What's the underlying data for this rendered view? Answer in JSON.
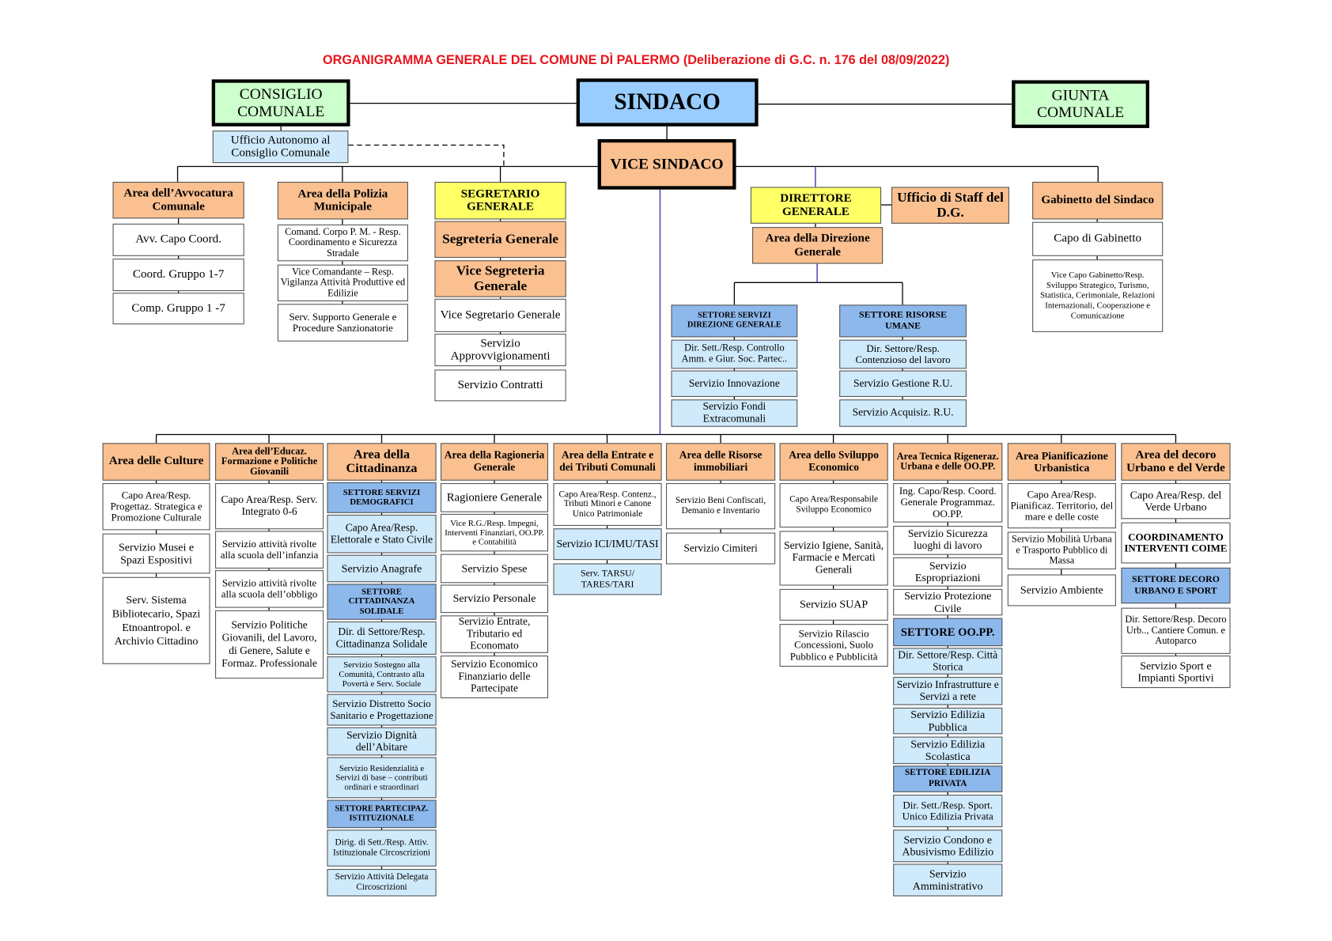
{
  "title": "ORGANIGRAMMA GENERALE DEL COMUNE DÌ PALERMO (Deliberazione di G.C. n. 176 del 08/09/2022)",
  "colors": {
    "title": "#e8141b",
    "orange": "#fac090",
    "yellow": "#ffff66",
    "green": "#ccffcc",
    "sky": "#99ccff",
    "settore": "#8db8ec",
    "light": "#cfeafb",
    "connector": "#3b3bb0"
  },
  "top": {
    "consiglio_comunale": "CONSIGLIO COMUNALE",
    "sindaco": "SINDACO",
    "giunta_comunale": "GIUNTA COMUNALE",
    "ufficio_autonomo": "Ufficio Autonomo al Consiglio Comunale",
    "vice_sindaco": "VICE SINDACO"
  },
  "avvocatura": {
    "header": "Area dell’Avvocatura Comunale",
    "items": [
      "Avv. Capo Coord.",
      "Coord. Gruppo 1-7",
      "Comp. Gruppo 1 -7"
    ]
  },
  "polizia": {
    "header": "Area della Polizia Municipale",
    "items": [
      "Comand. Corpo P. M. - Resp. Coordinamento e Sicurezza Stradale",
      "Vice Comandante – Resp. Vigilanza Attività Produttive ed Edilizie",
      "Serv. Supporto Generale e Procedure Sanzionatorie"
    ]
  },
  "segretario": {
    "header": "SEGRETARIO GENERALE",
    "items": [
      "Segreteria Generale",
      "Vice Segreteria Generale",
      "Vice Segretario Generale",
      "Servizio Approvvigionamenti",
      "Servizio Contratti"
    ]
  },
  "direzione": {
    "direttore": "DIRETTORE GENERALE",
    "staff": "Ufficio di Staff del D.G.",
    "area": "Area della Direzione Generale",
    "settori": [
      {
        "header": "SETTORE SERVIZI DIREZIONE GENERALE",
        "items": [
          "Dir. Sett./Resp. Controllo Amm. e Giur. Soc. Partec..",
          "Servizio Innovazione",
          "Servizio Fondi Extracomunali"
        ]
      },
      {
        "header": "SETTORE RISORSE UMANE",
        "items": [
          "Dir. Settore/Resp. Contenzioso del lavoro",
          "Servizio Gestione R.U.",
          "Servizio Acquisiz. R.U."
        ]
      }
    ]
  },
  "gabinetto": {
    "header": "Gabinetto del Sindaco",
    "items": [
      "Capo di Gabinetto",
      "Vice Capo Gabinetto/Resp. Sviluppo Strategico, Turismo, Statistica, Cerimoniale, Relazioni Internazionali, Cooperazione e Comunicazione"
    ]
  },
  "areas": [
    {
      "header": "Area delle Culture",
      "items": [
        "Capo Area/Resp. Progettaz. Strategica e Promozione Culturale",
        "Servizio Musei e Spazi Espositivi",
        "Serv. Sistema Bibliotecario, Spazi Etnoantropol. e Archivio Cittadino"
      ]
    },
    {
      "header": "Area dell’Educaz. Formazione e Politiche Giovanili",
      "items": [
        "Capo Area/Resp. Serv. Integrato 0-6",
        "Servizio attività rivolte alla scuola dell’infanzia",
        "Servizio attività rivolte alla scuola dell’obbligo",
        "Servizio Politiche Giovanili, del Lavoro, di Genere, Salute e Formaz. Professionale"
      ]
    },
    {
      "header": "Area della Cittadinanza",
      "items": [
        "SETTORE SERVIZI DEMOGRAFICI",
        "Capo Area/Resp. Elettorale e Stato Civile",
        "Servizio Anagrafe",
        "SETTORE CITTADINANZA SOLIDALE",
        "Dir. di Settore/Resp. Cittadinanza Solidale",
        "Servizio Sostegno alla Comunità, Contrasto alla Povertà e Serv. Sociale",
        "Servizio Distretto Socio Sanitario e Progettazione",
        "Servizio Dignità dell’Abitare",
        "Servizio Residenzialità e Servizi di base – contributi ordinari e straordinari",
        "SETTORE PARTECIPAZ. ISTITUZIONALE",
        "Dirig. di Sett./Resp. Attiv. Istituzionale Circoscrizioni",
        "Servizio Attività Delegata Circoscrizioni"
      ]
    },
    {
      "header": "Area della Ragioneria Generale",
      "items": [
        "Ragioniere Generale",
        "Vice R.G./Resp. Impegni, Interventi Finanziari, OO.PP. e Contabilità",
        "Servizio Spese",
        "Servizio Personale",
        "Servizio Entrate, Tributario ed Economato",
        "Servizio Economico Finanziario delle Partecipate"
      ]
    },
    {
      "header": "Area della Entrate e dei Tributi Comunali",
      "items": [
        "Capo Area/Resp. Contenz., Tributi Minori e Canone Unico Patrimoniale",
        "Servizio ICI/IMU/TASI",
        "Serv. TARSU/ TARES/TARI"
      ]
    },
    {
      "header": "Area delle Risorse immobiliari",
      "items": [
        "Servizio Beni Confiscati, Demanio e Inventario",
        "Servizio Cimiteri"
      ]
    },
    {
      "header": "Area dello Sviluppo Economico",
      "items": [
        "Capo Area/Responsabile Sviluppo Economico",
        "Servizio Igiene, Sanità, Farmacie e Mercati Generali",
        "Servizio SUAP",
        "Servizio Rilascio Concessioni, Suolo Pubblico e Pubblicità"
      ]
    },
    {
      "header": "Area Tecnica Rigeneraz. Urbana e delle OO.PP.",
      "items": [
        "Ing. Capo/Resp. Coord. Generale Programmaz. OO.PP.",
        "Servizio Sicurezza luoghi di lavoro",
        "Servizio Espropriazioni",
        "Servizio Protezione Civile",
        "SETTORE OO.PP.",
        "Dir. Settore/Resp. Città Storica",
        "Servizio Infrastrutture e Servizi a rete",
        "Servizio Edilizia Pubblica",
        "Servizio Edilizia Scolastica",
        "SETTORE EDILIZIA PRIVATA",
        "Dir. Sett./Resp. Sport. Unico Edilizia Privata",
        "Servizio Condono e Abusivismo Edilizio",
        "Servizio Amministrativo"
      ]
    },
    {
      "header": "Area Pianificazione Urbanistica",
      "items": [
        "Capo Area/Resp. Pianificaz. Territorio, del mare e delle coste",
        "Servizio Mobilità Urbana e Trasporto Pubblico di Massa",
        "Servizio Ambiente"
      ]
    },
    {
      "header": "Area del decoro Urbano e del Verde",
      "items": [
        "Capo Area/Resp. del Verde Urbano",
        "COORDINAMENTO INTERVENTI COIME",
        "SETTORE DECORO URBANO E SPORT",
        "Dir. Settore/Resp. Decoro Urb.., Cantiere Comun. e Autoparco",
        "Servizio Sport e Impianti Sportivi"
      ]
    }
  ]
}
